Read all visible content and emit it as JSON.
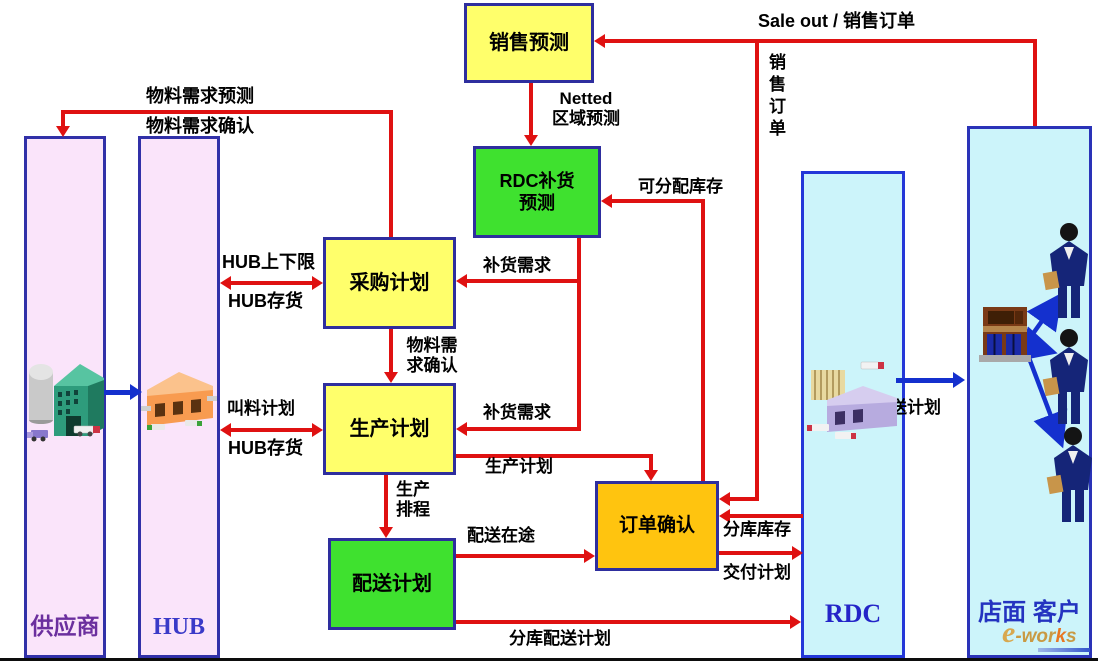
{
  "boxes": {
    "sales_forecast": "销售预测",
    "rdc_forecast_line1": "RDC补货",
    "rdc_forecast_line2": "预测",
    "procurement_plan": "采购计划",
    "production_plan": "生产计划",
    "distribution_plan": "配送计划",
    "order_confirmation": "订单确认"
  },
  "columns": {
    "supplier": "供应商",
    "hub": "HUB",
    "rdc": "RDC",
    "store_customer": "店面 客户"
  },
  "flow_labels": {
    "sale_out": "Sale out / 销售订单",
    "sales_order_vertical": "销售订单",
    "netted_line1": "Netted",
    "netted_line2": "区域预测",
    "material_demand_forecast": "物料需求预测",
    "material_demand_confirmation": "物料需求确认",
    "hub_upper_lower_limit": "HUB上下限",
    "hub_inventory_upper": "HUB存货",
    "replenishment_demand_upper": "补货需求",
    "allocatable_inventory": "可分配库存",
    "material_demand_confirm_line1": "物料需",
    "material_demand_confirm_line2": "求确认",
    "material_call_plan": "叫料计划",
    "hub_inventory_lower": "HUB存货",
    "replenishment_demand_lower": "补货需求",
    "production_plan_out": "生产计划",
    "production_schedule_line1": "生产",
    "production_schedule_line2": "排程",
    "distribution_in_transit": "配送在途",
    "branch_warehouse_inventory": "分库库存",
    "delivery_plan": "交付计划",
    "branch_distribution_plan": "分库配送计划",
    "distribution_plan_out": "配送计划"
  },
  "logo": {
    "e": "e",
    "wor": "-wor",
    "k": "k",
    "s": "s"
  },
  "colors": {
    "arrow_red": "#df1111",
    "arrow_blue": "#1430ce",
    "node_yellow": "#ffff6b",
    "node_green": "#3fe12f",
    "node_orange": "#ffc40f",
    "column_pink": "#fae4fa",
    "column_cyan": "#ccf4fa",
    "border_navy": "#2e2e9e"
  }
}
